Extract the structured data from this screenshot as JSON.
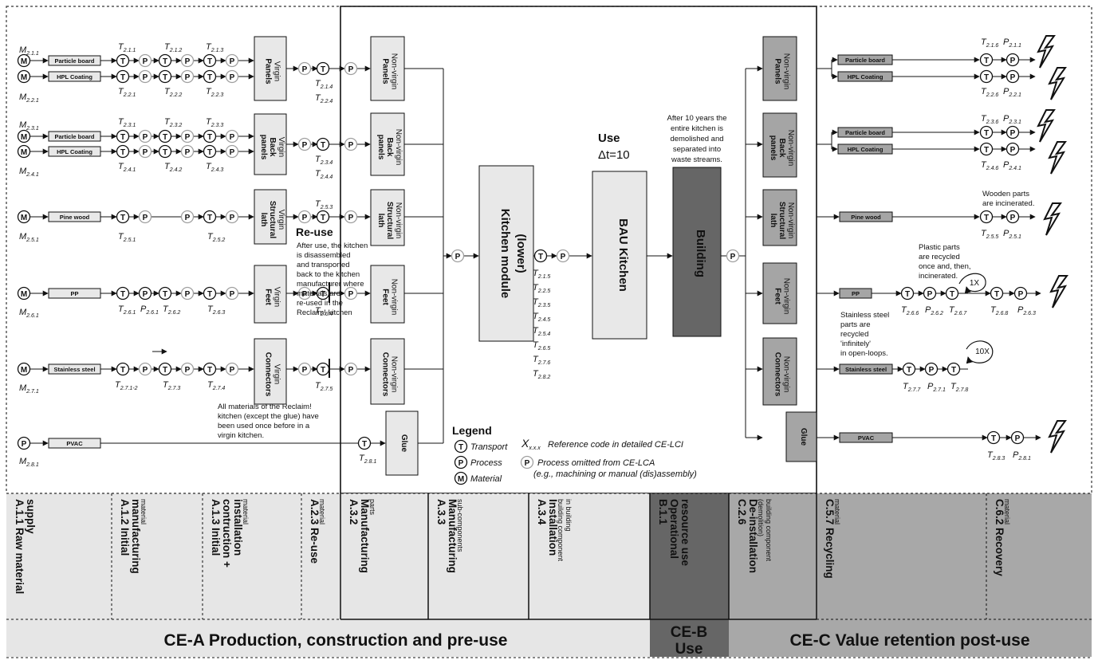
{
  "circles": {
    "T": "T",
    "P": "P",
    "M": "M"
  },
  "multipliers": {
    "once": "1X",
    "ten": "10X"
  },
  "use": {
    "label": "Use",
    "dt": "Δt=10"
  },
  "center": {
    "kitchen_module": [
      "Kitchen module",
      "(lower)"
    ],
    "bau_kitchen": "BAU Kitchen",
    "building": "Building",
    "module_codes": [
      "T2.1.5",
      "T2.2.5",
      "T2.3.5",
      "T2.4.5",
      "T2.5.4",
      "T2.6.5",
      "T2.7.6",
      "T2.8.2"
    ]
  },
  "materials": {
    "particle_board": "Particle board",
    "hpl_coating": "HPL Coating",
    "pine_wood": "Pine wood",
    "pp": "PP",
    "stainless_steel": "Stainless steel",
    "pvac": "PVAC"
  },
  "virgin": {
    "panels": [
      "Virgin",
      "Panels"
    ],
    "back_panels": [
      "Virgin",
      "Back",
      "panels"
    ],
    "structural_lath": [
      "Virgin",
      "Structural",
      "lath"
    ],
    "feet": [
      "Virgin",
      "Feet"
    ],
    "connectors": [
      "Virgin",
      "Connectors"
    ]
  },
  "nonvirgin": {
    "panels": [
      "Non-virgin",
      "Panels"
    ],
    "back_panels": [
      "Non-virgin",
      "Back",
      "panels"
    ],
    "structural_lath": [
      "Non-virgin",
      "Structural",
      "lath"
    ],
    "feet": [
      "Non-virgin",
      "Feet"
    ],
    "connectors": [
      "Non-virgin",
      "Connectors"
    ],
    "glue": "Glue"
  },
  "notes": {
    "reuse_title": "Re-use",
    "reuse_text": [
      "After use, the kitchen",
      "is disassembled",
      "and transported",
      "back to the kitchen",
      "manufacturer where",
      "materials are",
      "re-used in the",
      "Reclaim! kitchen"
    ],
    "all_materials": [
      "All materials  of the Reclaim!",
      "kitchen (except the glue) have",
      "been used once before in a",
      "virgin kitchen."
    ],
    "demolition": [
      "After 10 years the",
      "entire kitchen is",
      "demolished and",
      "separated into",
      "waste streams."
    ],
    "wooden": [
      "Wooden parts",
      "are incinerated."
    ],
    "plastic": [
      "Plastic parts",
      "are recycled",
      "once and, then,",
      "incinerated."
    ],
    "steel": [
      "Stainless steel",
      "parts are",
      "recycled",
      "'infinitely'",
      "in open-loops."
    ]
  },
  "legend": {
    "title": "Legend",
    "transport": "Transport",
    "process": "Process",
    "material": "Material",
    "ref_code": "Reference code in detailed CE-LCI",
    "omitted": "Process omitted from CE-LCA",
    "omitted_example": "(e.g., machining or manual (dis)assembly)"
  },
  "stages": [
    {
      "bold": [
        "A.1.1 Raw material",
        "supply"
      ],
      "sub": ""
    },
    {
      "bold": [
        "A.1.2 Initial",
        "manufacturing"
      ],
      "sub": "material"
    },
    {
      "bold": [
        "A.1.3 Initial",
        "contruction +",
        "installation"
      ],
      "sub": "material"
    },
    {
      "bold": [
        "A.2.3 Re-use"
      ],
      "sub": "material"
    },
    {
      "bold": [
        "A.3.2",
        "Manufacturing"
      ],
      "sub": "parts"
    },
    {
      "bold": [
        "A.3.3",
        "Manufacturing"
      ],
      "sub": "sub-components"
    },
    {
      "bold": [
        "A.3.4",
        "Installation"
      ],
      "sub": "building component",
      "sub2": "in building"
    },
    {
      "bold": [
        "B.1.1",
        "Operational",
        "resource use"
      ],
      "sub": ""
    },
    {
      "bold": [
        "C.2.6",
        "De-installation"
      ],
      "sub": "(demolition)",
      "sub2": "building component"
    },
    {
      "bold": [
        "C.5.7 Recycling"
      ],
      "sub": "material"
    },
    {
      "bold": [
        "C.6.2 Recovery"
      ],
      "sub": "material"
    }
  ],
  "phases": {
    "a": "CE-A Production, construction and pre-use",
    "b_top": "CE-B",
    "b_bottom": "Use",
    "c": "CE-C Value retention post-use"
  },
  "colors": {
    "light_box": "#e8e8e8",
    "mid_box": "#a5a5a5",
    "dark_box": "#666666",
    "omitted": "#a0a0a0",
    "band_light": "#e6e6e6",
    "band_mid": "#a8a8a8",
    "band_dark": "#666666"
  }
}
